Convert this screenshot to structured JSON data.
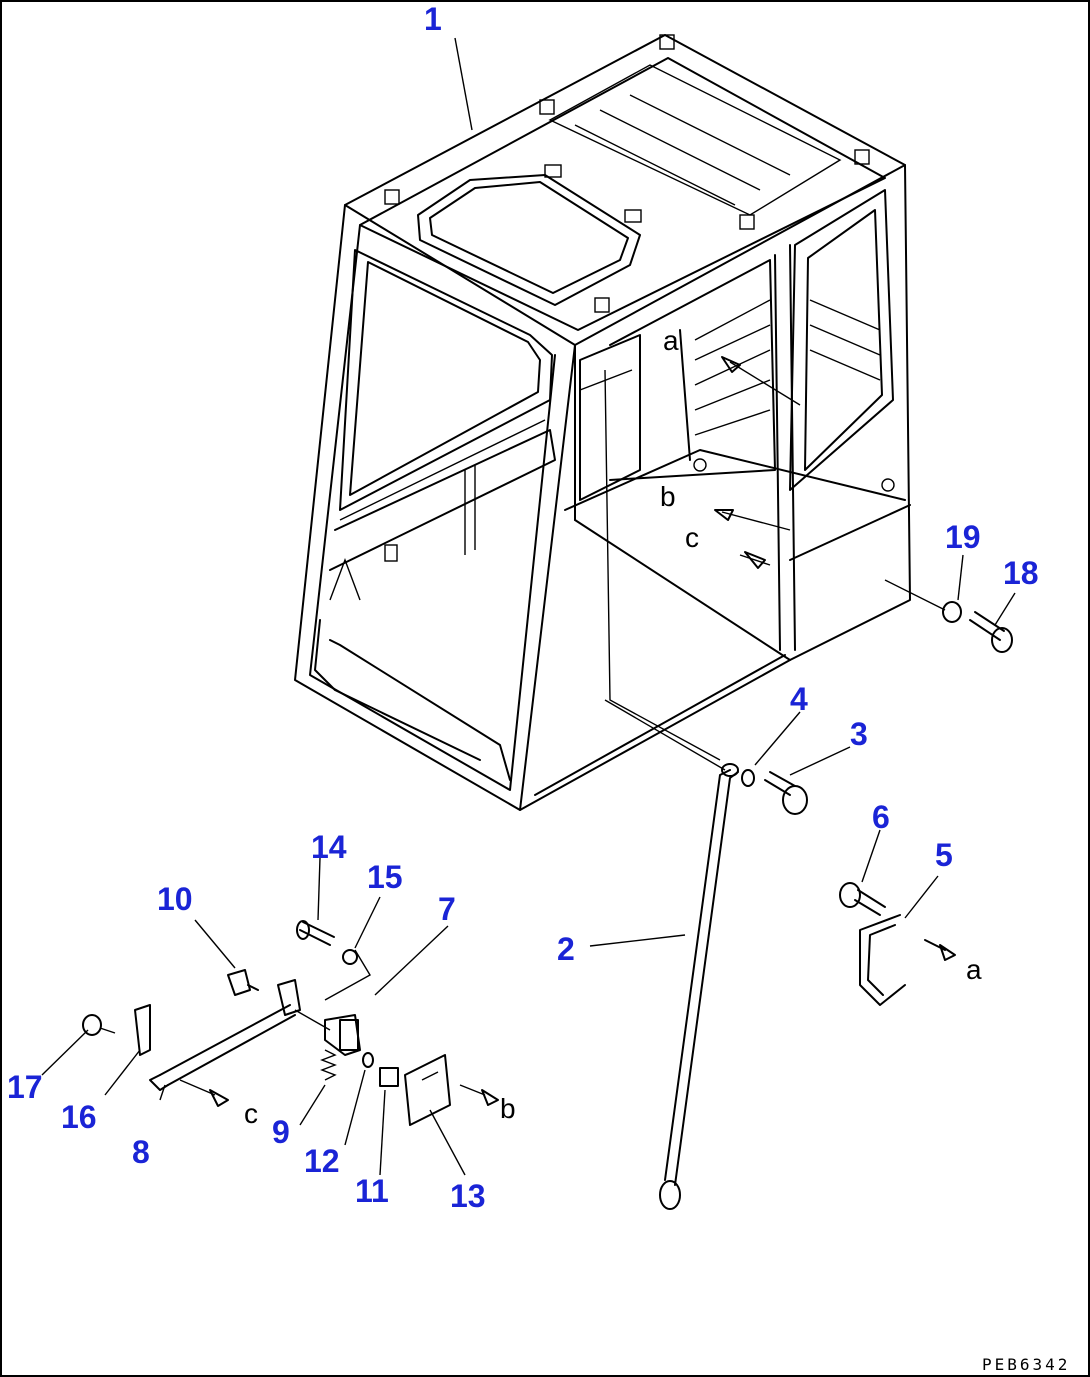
{
  "diagram": {
    "part_numbers": [
      "1",
      "2",
      "3",
      "4",
      "5",
      "6",
      "7",
      "8",
      "9",
      "10",
      "11",
      "12",
      "13",
      "14",
      "15",
      "16",
      "17",
      "18",
      "19"
    ],
    "ref_letters": {
      "a_cab": "a",
      "b_cab": "b",
      "c_cab": "c",
      "a_part": "a",
      "b_part": "b",
      "c_part": "c"
    },
    "drawing_code": "PEB6342",
    "colors": {
      "label_blue": "#1a24d6",
      "line": "#000000",
      "background": "#ffffff"
    }
  }
}
